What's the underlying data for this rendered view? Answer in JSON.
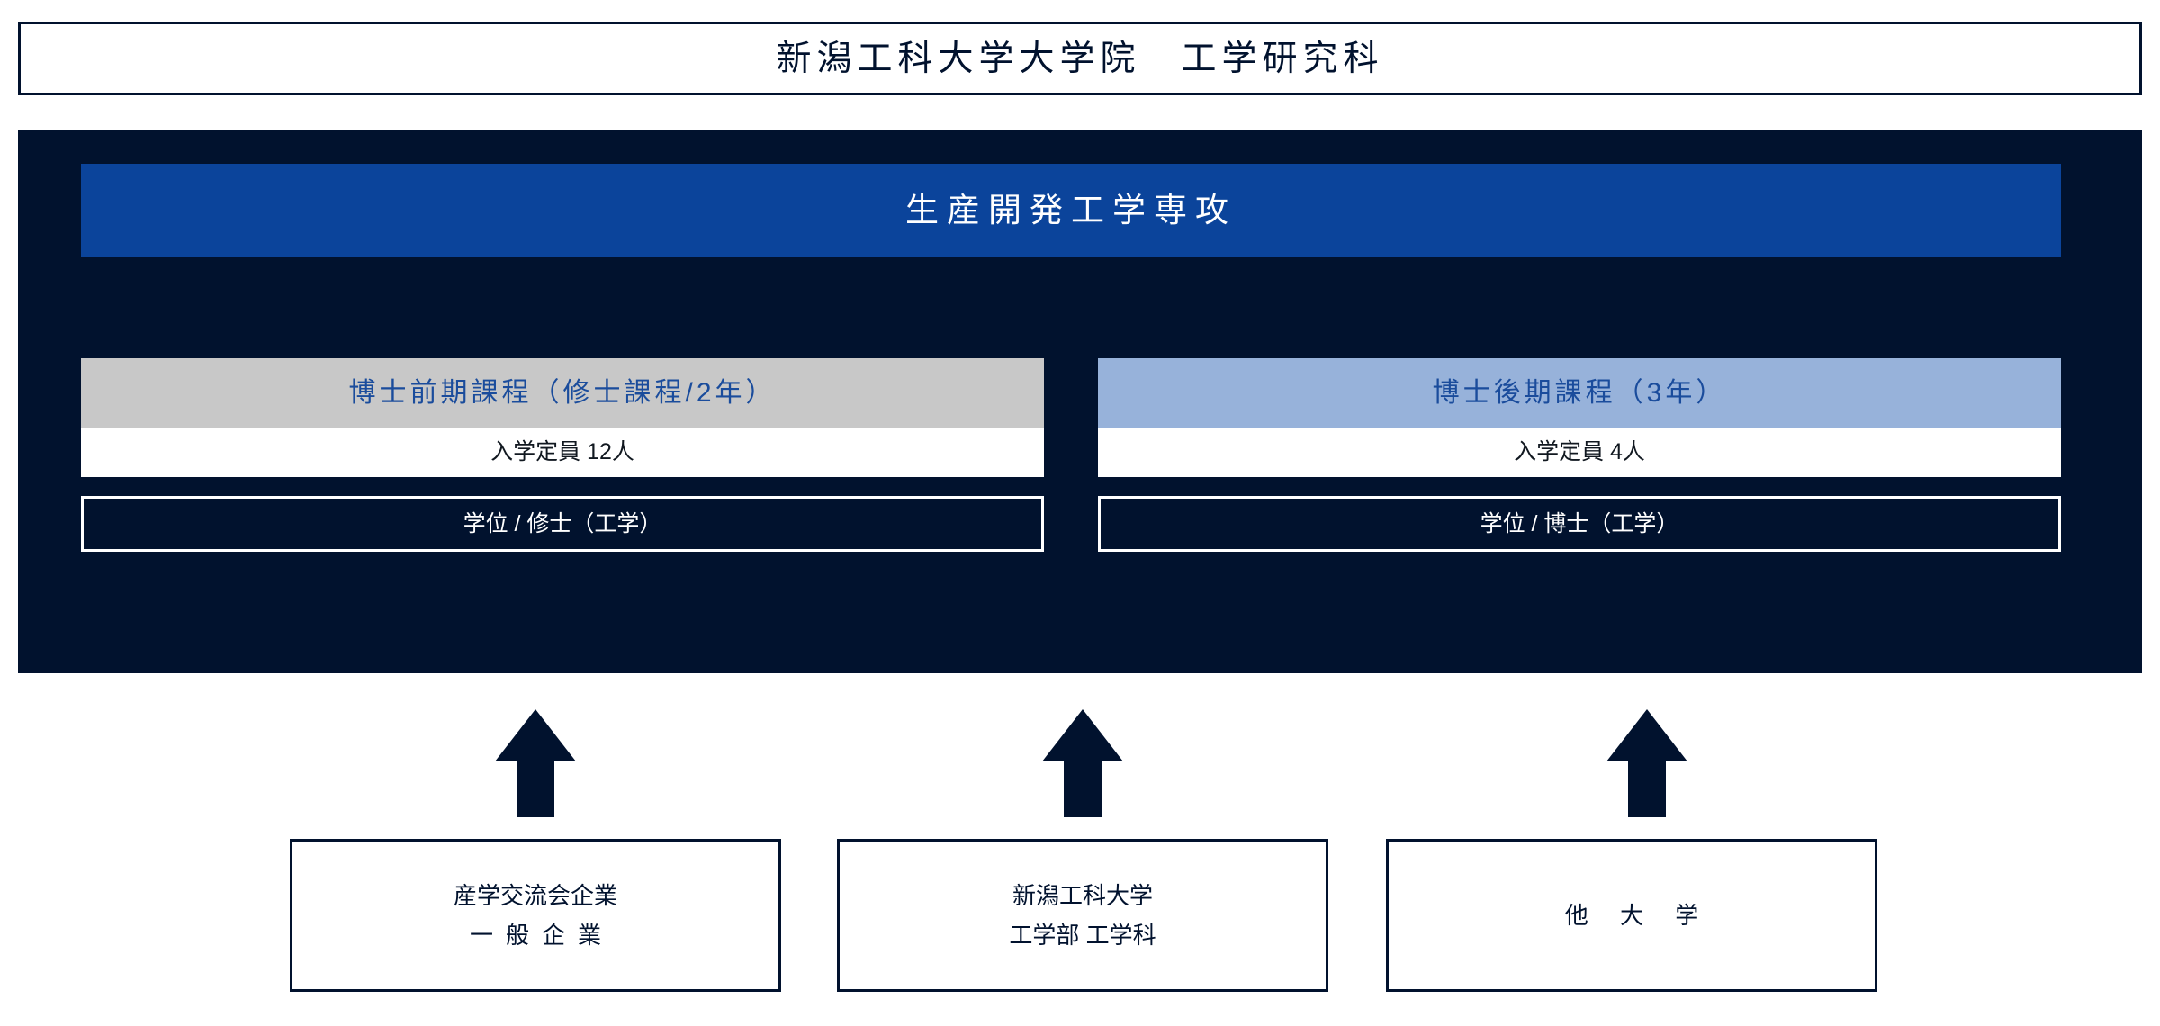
{
  "header": {
    "title": "新潟工科大学大学院　工学研究科"
  },
  "major": {
    "name": "生産開発工学専攻"
  },
  "courses": [
    {
      "id": "master",
      "head_label": "博士前期課程（修士課程/2年）",
      "capacity_label": "入学定員 12人",
      "degree_label": "学位 / 修士（工学）",
      "head_bg": "#C8C8C8"
    },
    {
      "id": "doctor",
      "head_label": "博士後期課程（3年）",
      "capacity_label": "入学定員 4人",
      "degree_label": "学位 / 博士（工学）",
      "head_bg": "#97B2DA"
    }
  ],
  "sources": [
    {
      "id": "industry",
      "line1": "産学交流会企業",
      "line2": "一般企業"
    },
    {
      "id": "niit-undergrad",
      "line1": "新潟工科大学",
      "line2": "工学部 工学科"
    },
    {
      "id": "other-university",
      "line1": "他 大 学",
      "line2": ""
    }
  ],
  "arrows": [
    {
      "id": "arrow-industry"
    },
    {
      "id": "arrow-niit-undergrad"
    },
    {
      "id": "arrow-other-university"
    }
  ],
  "colors": {
    "navy": "#01122E",
    "blue": "#0B449B",
    "light_blue": "#97B2DA",
    "gray": "#C8C8C8",
    "text_blue": "#1A4C9C",
    "white": "#FFFFFF"
  }
}
